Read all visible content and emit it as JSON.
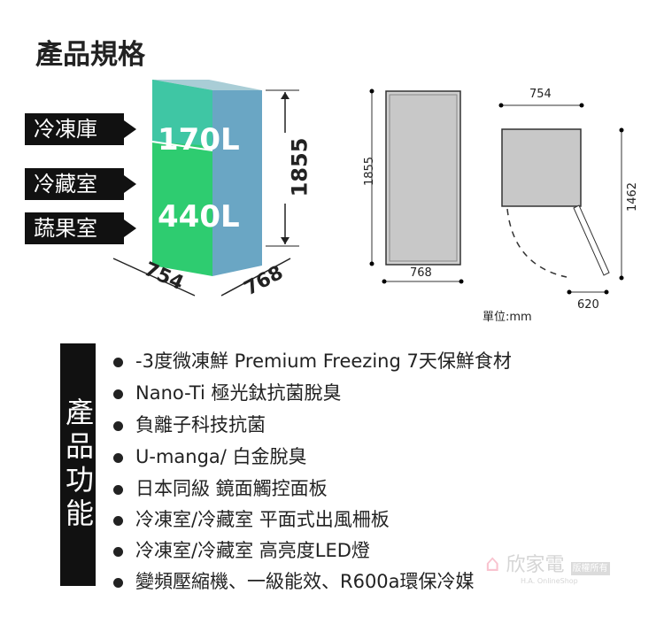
{
  "title": "產品規格",
  "compartments": [
    {
      "label": "冷凍庫"
    },
    {
      "label": "冷藏室"
    },
    {
      "label": "蔬果室"
    }
  ],
  "volumes": {
    "freezer": "170L",
    "fridge": "440L"
  },
  "dims_3d": {
    "height": "1855",
    "width": "754",
    "depth": "768"
  },
  "drawing": {
    "front_height": "1855",
    "front_depth": "768",
    "top_width": "754",
    "top_depth": "1462",
    "door_clearance": "620",
    "unit": "單位:mm"
  },
  "features_heading": "產品功能",
  "features": [
    "-3度微凍鮮 Premium Freezing 7天保鮮食材",
    "Nano-Ti 極光鈦抗菌脫臭",
    "負離子科技抗菌",
    "U-manga/ 白金脫臭",
    "日本同級 鏡面觸控面板",
    "冷凍室/冷藏室 平面式出風柵板",
    "冷凍室/冷藏室 高亮度LED燈",
    "變頻壓縮機、一級能效、R600a環保冷媒"
  ],
  "watermark": {
    "name": "欣家電",
    "sub": "H.A. OnlineShop",
    "badge": "版權所有"
  }
}
